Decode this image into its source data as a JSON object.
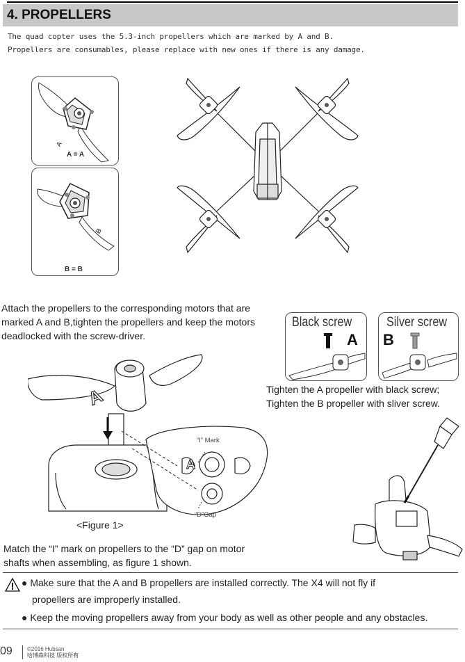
{
  "header": {
    "title": "4. PROPELLERS"
  },
  "intro": {
    "line1": "The quad copter uses the 5.3-inch propellers which are marked by A and B.",
    "line2": "Propellers are consumables, please replace with new ones if there is any damage."
  },
  "diagram_top": {
    "label_a": "A = A",
    "label_b": "B = B",
    "mark_a": "A",
    "mark_b": "B"
  },
  "attach_text": "Attach the propellers to the corresponding motors that are marked A and B,tighten the propellers and keep the motors deadlocked with the screw-driver.",
  "screws": {
    "black_label": "Black screw",
    "black_letter": "A",
    "silver_label": "Silver screw",
    "silver_letter": "B",
    "caption_line1": "Tighten the A propeller with black screw;",
    "caption_line2": "Tighten the B propeller with sliver screw."
  },
  "figure1": {
    "i_mark_label": "“I” Mark",
    "d_gap_label": "“D”Gap",
    "caption": "<Figure 1>",
    "prop_letter": "A",
    "zoom_letter": "A"
  },
  "match_text": "Match the “I” mark on propellers to the “D” gap on motor shafts when assembling, as figure 1 shown.",
  "warnings": {
    "line1": "● Make sure that the A and B propellers are installed correctly. The X4 will not fly if",
    "line1b": "propellers are improperly installed.",
    "line2": "● Keep the moving propellers away from your body as well as other people and any obstacles."
  },
  "footer": {
    "page": "09",
    "copyright": "©2016  Hubsan",
    "company": "哈博森科技   版权所有"
  }
}
